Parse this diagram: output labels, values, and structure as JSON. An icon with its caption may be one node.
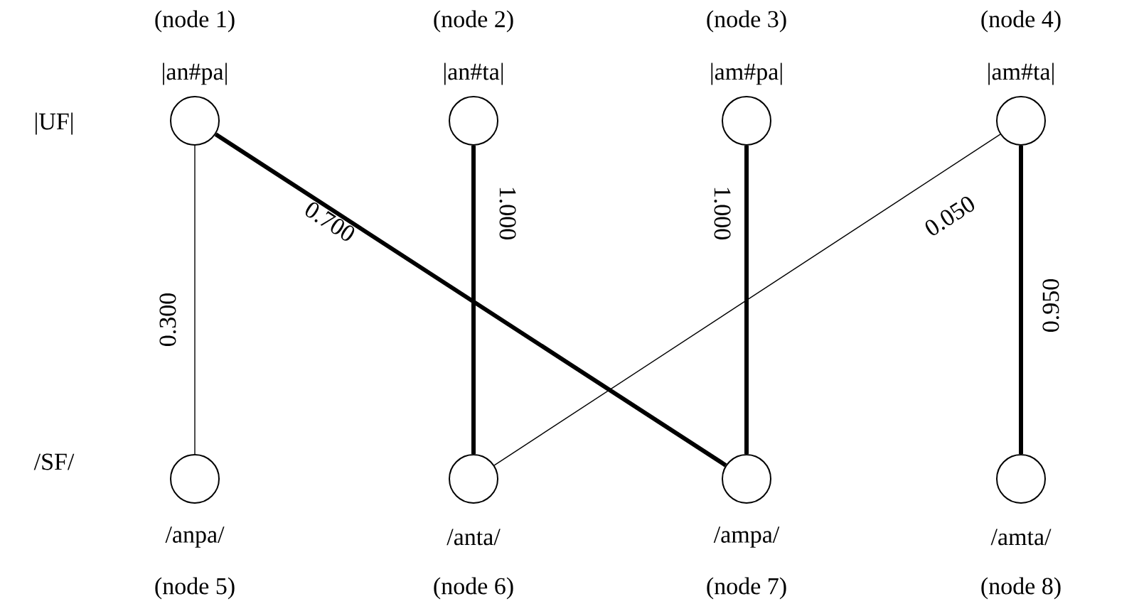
{
  "diagram": {
    "nodes": [
      {
        "text": [],
        "shape": "circle",
        "beside": [
          "(node 1)",
          "|an#pa|"
        ]
      },
      {
        "text": [],
        "shape": "circle",
        "beside": [
          "(node 2)",
          "|an#ta|"
        ]
      },
      {
        "text": [],
        "shape": "circle",
        "beside": [
          "(node 3)",
          "|am#pa|"
        ]
      },
      {
        "text": [],
        "shape": "circle",
        "beside": [
          "(node 4)",
          "|am#ta|"
        ]
      },
      {
        "text": [],
        "shape": "circle",
        "beside": [
          "/anpa/",
          "(node 5)"
        ]
      },
      {
        "text": [],
        "shape": "circle",
        "beside": [
          "/anta/",
          "(node 6)"
        ]
      },
      {
        "text": [],
        "shape": "circle",
        "beside": [
          "/ampa/",
          "(node 7)"
        ]
      },
      {
        "text": [],
        "shape": "circle",
        "beside": [
          "/amta/",
          "(node 8)"
        ]
      }
    ],
    "edges": [
      {
        "from": 0,
        "to": 4,
        "arrow": "none",
        "label": "0.300"
      },
      {
        "from": 0,
        "to": 6,
        "arrow": "none",
        "label": "0.700"
      },
      {
        "from": 1,
        "to": 5,
        "arrow": "none",
        "label": "1.000"
      },
      {
        "from": 2,
        "to": 6,
        "arrow": "none",
        "label": "1.000"
      },
      {
        "from": 3,
        "to": 5,
        "arrow": "none",
        "label": "0.050"
      },
      {
        "from": 3,
        "to": 7,
        "arrow": "none",
        "label": "0.950"
      }
    ],
    "labels": [
      "|UF|",
      "/SF/"
    ]
  }
}
